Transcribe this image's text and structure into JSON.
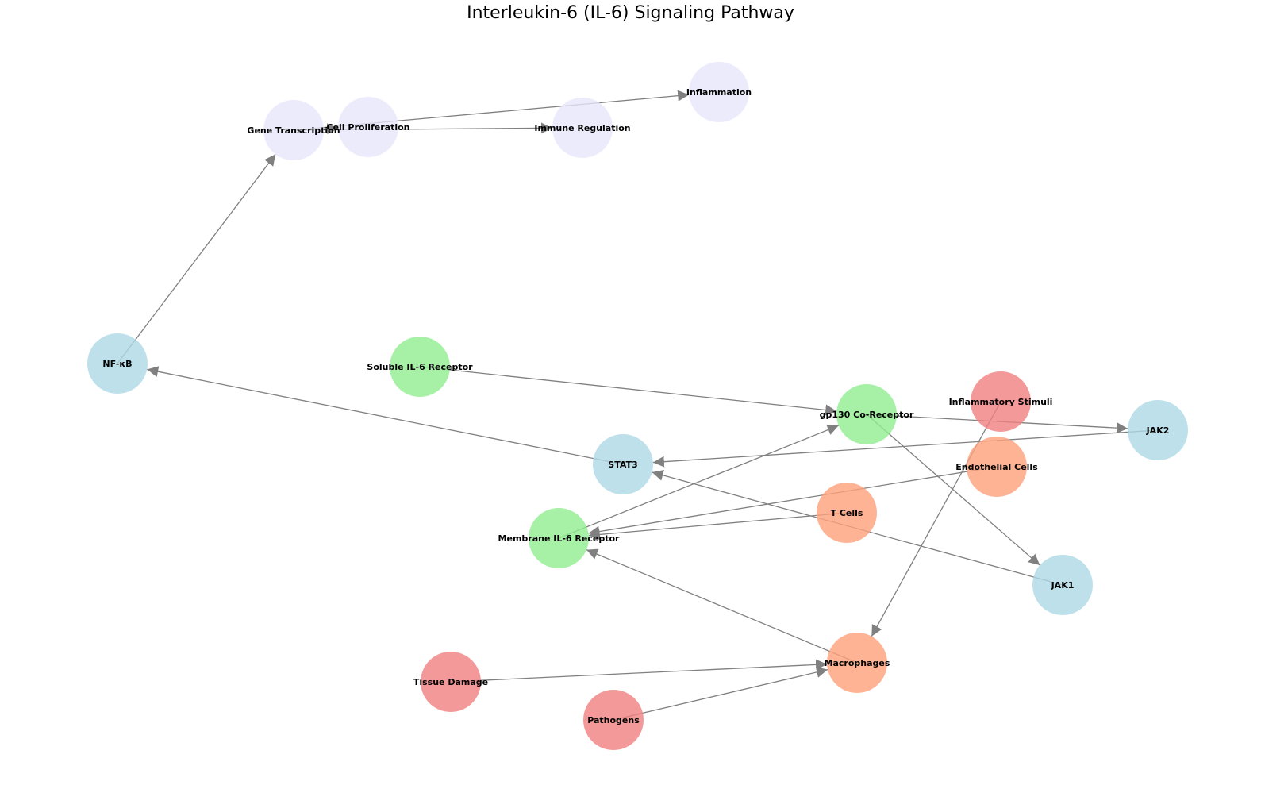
{
  "title": "Interleukin-6 (IL-6) Signaling Pathway",
  "colors": {
    "stimulus": "#f08080",
    "cell": "#ffa07a",
    "receptor": "#90ee90",
    "signaling": "#add8e6",
    "outcome": "#e6e6fa",
    "edge": "#808080"
  },
  "nodes": [
    {
      "id": "inflammatory_stimuli",
      "label": "Inflammatory Stimuli",
      "group": "stimulus"
    },
    {
      "id": "tissue_damage",
      "label": "Tissue Damage",
      "group": "stimulus"
    },
    {
      "id": "pathogens",
      "label": "Pathogens",
      "group": "stimulus"
    },
    {
      "id": "macrophages",
      "label": "Macrophages",
      "group": "cell"
    },
    {
      "id": "t_cells",
      "label": "T Cells",
      "group": "cell"
    },
    {
      "id": "endothelial_cells",
      "label": "Endothelial Cells",
      "group": "cell"
    },
    {
      "id": "membrane_il6r",
      "label": "Membrane IL-6 Receptor",
      "group": "receptor"
    },
    {
      "id": "soluble_il6r",
      "label": "Soluble IL-6 Receptor",
      "group": "receptor"
    },
    {
      "id": "gp130",
      "label": "gp130 Co-Receptor",
      "group": "receptor"
    },
    {
      "id": "jak1",
      "label": "JAK1",
      "group": "signaling"
    },
    {
      "id": "jak2",
      "label": "JAK2",
      "group": "signaling"
    },
    {
      "id": "stat3",
      "label": "STAT3",
      "group": "signaling"
    },
    {
      "id": "nfkb",
      "label": "NF-κB",
      "group": "signaling"
    },
    {
      "id": "gene_transcription",
      "label": "Gene Transcription",
      "group": "outcome"
    },
    {
      "id": "cell_proliferation",
      "label": "Cell Proliferation",
      "group": "outcome"
    },
    {
      "id": "immune_regulation",
      "label": "Immune Regulation",
      "group": "outcome"
    },
    {
      "id": "inflammation",
      "label": "Inflammation",
      "group": "outcome"
    }
  ],
  "edges": [
    {
      "from": "inflammatory_stimuli",
      "to": "macrophages"
    },
    {
      "from": "tissue_damage",
      "to": "macrophages"
    },
    {
      "from": "pathogens",
      "to": "macrophages"
    },
    {
      "from": "macrophages",
      "to": "membrane_il6r"
    },
    {
      "from": "t_cells",
      "to": "membrane_il6r"
    },
    {
      "from": "endothelial_cells",
      "to": "membrane_il6r"
    },
    {
      "from": "membrane_il6r",
      "to": "gp130"
    },
    {
      "from": "soluble_il6r",
      "to": "gp130"
    },
    {
      "from": "gp130",
      "to": "jak1"
    },
    {
      "from": "gp130",
      "to": "jak2"
    },
    {
      "from": "jak1",
      "to": "stat3"
    },
    {
      "from": "jak2",
      "to": "stat3"
    },
    {
      "from": "stat3",
      "to": "nfkb"
    },
    {
      "from": "nfkb",
      "to": "gene_transcription"
    },
    {
      "from": "gene_transcription",
      "to": "cell_proliferation"
    },
    {
      "from": "gene_transcription",
      "to": "immune_regulation"
    },
    {
      "from": "gene_transcription",
      "to": "inflammation"
    }
  ]
}
